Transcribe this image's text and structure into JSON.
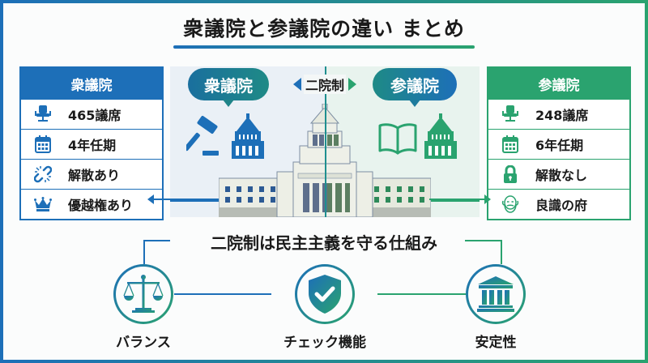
{
  "title": "衆議院と参議院の違い まとめ",
  "colors": {
    "shugiin": "#1d6fb8",
    "sangiin": "#2aa36f",
    "text": "#1a1a1a"
  },
  "left_panel": {
    "header": "衆議院",
    "rows": [
      {
        "icon": "office-chair-icon",
        "label": "465議席"
      },
      {
        "icon": "calendar-icon",
        "label": "4年任期"
      },
      {
        "icon": "broken-link-icon",
        "label": "解散あり"
      },
      {
        "icon": "crown-icon",
        "label": "優越権あり"
      }
    ]
  },
  "right_panel": {
    "header": "参議院",
    "rows": [
      {
        "icon": "office-chair-icon",
        "label": "248議席"
      },
      {
        "icon": "calendar-icon",
        "label": "6年任期"
      },
      {
        "icon": "lock-icon",
        "label": "解散なし"
      },
      {
        "icon": "elder-face-icon",
        "label": "良識の府"
      }
    ]
  },
  "center": {
    "bubble_left": "衆議院",
    "bubble_right": "参議院",
    "bicameral_label": "二院制",
    "left_icons": [
      "gavel-icon",
      "diet-building-icon"
    ],
    "right_icons": [
      "open-book-icon",
      "diet-building-icon"
    ],
    "main_image": "national-diet-building"
  },
  "bottom": {
    "subtitle": "二院制は民主主義を守る仕組み",
    "items": [
      {
        "icon": "scales-icon",
        "label": "バランス"
      },
      {
        "icon": "shield-check-icon",
        "label": "チェック機能"
      },
      {
        "icon": "institution-icon",
        "label": "安定性"
      }
    ]
  }
}
